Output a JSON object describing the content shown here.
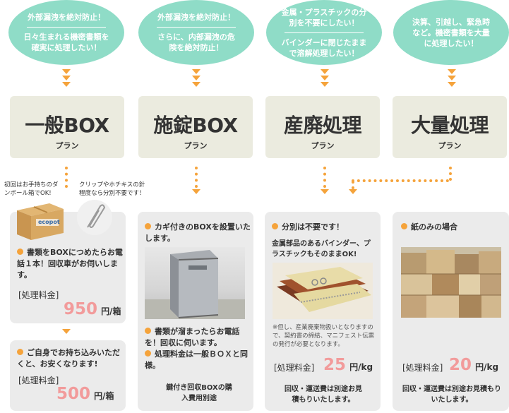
{
  "bubbles": [
    {
      "top": "外部漏洩を絶対防止！",
      "bottom": "日々生まれる機密書類を確実に処理したい！"
    },
    {
      "top": "外部漏洩を絶対防止！",
      "bottom": "さらに、内部漏洩の危険を絶対防止！"
    },
    {
      "top": "金属・プラスチックの分別を不要にしたい！",
      "bottom": "バインダーに閉じたままで溶解処理したい！"
    },
    {
      "top": "決算、引越し、緊急時など。機密書類を大量に処理したい！",
      "bottom": ""
    }
  ],
  "plans": [
    {
      "name": "一般BOX",
      "sub": "プラン"
    },
    {
      "name": "施錠BOX",
      "sub": "プラン"
    },
    {
      "name": "産廃処理",
      "sub": "プラン"
    },
    {
      "name": "大量処理",
      "sub": "プラン"
    }
  ],
  "captions": {
    "box_note": "初回はお手持ちのダンボール箱でOK!",
    "clip_note": "クリップやホチキスの針程度なら分別不要です！",
    "box_print": "ecopot"
  },
  "general": {
    "bullet": "書類をBOXにつめたらお電話１本！回収車がお伺いします。",
    "fee_label": "[処理料金]",
    "price": "950",
    "unit": "円/箱",
    "bullet2": "ご自身でお持ち込みいただくと、お安くなります!",
    "fee_label2": "[処理料金]",
    "price2": "500",
    "unit2": "円/箱"
  },
  "locked": {
    "bullet1": "カギ付きのBOXを設置いたします。",
    "bullet2": "書類が溜まったらお電話を！回収に伺います。",
    "bullet3": "処理料金は一般ＢＯＸと同様。",
    "footer": "鍵付き回収BOXの購入費用別途"
  },
  "industrial": {
    "bullet": "分別は不要です！",
    "desc": "金属部品のあるバインダー、プラスチックもそのままOK!",
    "note": "※但し、産業廃棄物扱いとなりますので、契約書の締結、マニフェスト伝票の発行が必要となります。",
    "fee_label": "[処理料金]",
    "price": "25",
    "unit": "円/kg",
    "footer": "回収・運送費は別途お見積もりいたします。"
  },
  "bulk": {
    "bullet": "紙のみの場合",
    "fee_label": "[処理料金]",
    "price": "20",
    "unit": "円/kg",
    "footer": "回収・運送費は別途お見積もりいたします。"
  },
  "colors": {
    "bubble": "#8fdcc7",
    "accent": "#f5a33b",
    "price": "#f29b9b",
    "plan_bg": "#ebebdf",
    "card_bg": "#ebebeb"
  }
}
